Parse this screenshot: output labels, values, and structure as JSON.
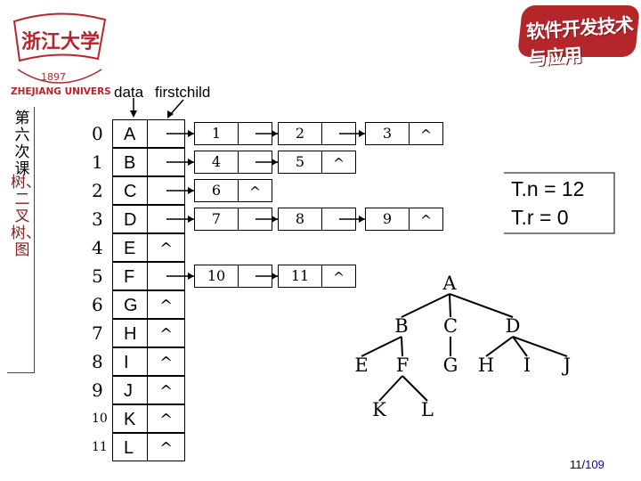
{
  "slide": {
    "side_title_top": "第六次课",
    "side_title_bottom": "树、二叉树、图",
    "col_data": "data",
    "col_firstchild": "firstchild",
    "logo_right_text": "软件开发技术与应用",
    "logo_left_text": "ZHEJIANG UNIVERSITY",
    "logo_left_year": "1897",
    "logo_left_chars": "浙江大学",
    "info_n": "T.n = 12",
    "info_r": "T.r = 0",
    "page_current": "11/",
    "page_total": "109"
  },
  "table": [
    {
      "idx": "0",
      "data": "A",
      "fc": ""
    },
    {
      "idx": "1",
      "data": "B",
      "fc": ""
    },
    {
      "idx": "2",
      "data": "C",
      "fc": ""
    },
    {
      "idx": "3",
      "data": "D",
      "fc": ""
    },
    {
      "idx": "4",
      "data": "E",
      "fc": "^"
    },
    {
      "idx": "5",
      "data": "F",
      "fc": ""
    },
    {
      "idx": "6",
      "data": "G",
      "fc": "^"
    },
    {
      "idx": "7",
      "data": "H",
      "fc": "^"
    },
    {
      "idx": "8",
      "data": "I",
      "fc": "^"
    },
    {
      "idx": "9",
      "data": "J",
      "fc": "^"
    },
    {
      "idx": "10",
      "data": "K",
      "fc": "^"
    },
    {
      "idx": "11",
      "data": "L",
      "fc": "^"
    }
  ],
  "child_lists": [
    {
      "row": 0,
      "nodes": [
        {
          "v": "1",
          "next": ""
        },
        {
          "v": "2",
          "next": ""
        },
        {
          "v": "3",
          "next": "^"
        }
      ]
    },
    {
      "row": 1,
      "nodes": [
        {
          "v": "4",
          "next": ""
        },
        {
          "v": "5",
          "next": "^"
        }
      ]
    },
    {
      "row": 2,
      "nodes": [
        {
          "v": "6",
          "next": "^"
        }
      ]
    },
    {
      "row": 3,
      "nodes": [
        {
          "v": "7",
          "next": ""
        },
        {
          "v": "8",
          "next": ""
        },
        {
          "v": "9",
          "next": "^"
        }
      ]
    },
    {
      "row": 5,
      "nodes": [
        {
          "v": "10",
          "next": ""
        },
        {
          "v": "11",
          "next": "^"
        }
      ]
    }
  ],
  "tree": {
    "nodes": [
      "A",
      "B",
      "C",
      "D",
      "E",
      "F",
      "G",
      "H",
      "I",
      "J",
      "K",
      "L"
    ],
    "edges": [
      [
        "A",
        "B"
      ],
      [
        "A",
        "C"
      ],
      [
        "A",
        "D"
      ],
      [
        "B",
        "E"
      ],
      [
        "B",
        "F"
      ],
      [
        "C",
        "G"
      ],
      [
        "D",
        "H"
      ],
      [
        "D",
        "I"
      ],
      [
        "D",
        "J"
      ],
      [
        "F",
        "K"
      ],
      [
        "F",
        "L"
      ]
    ]
  }
}
